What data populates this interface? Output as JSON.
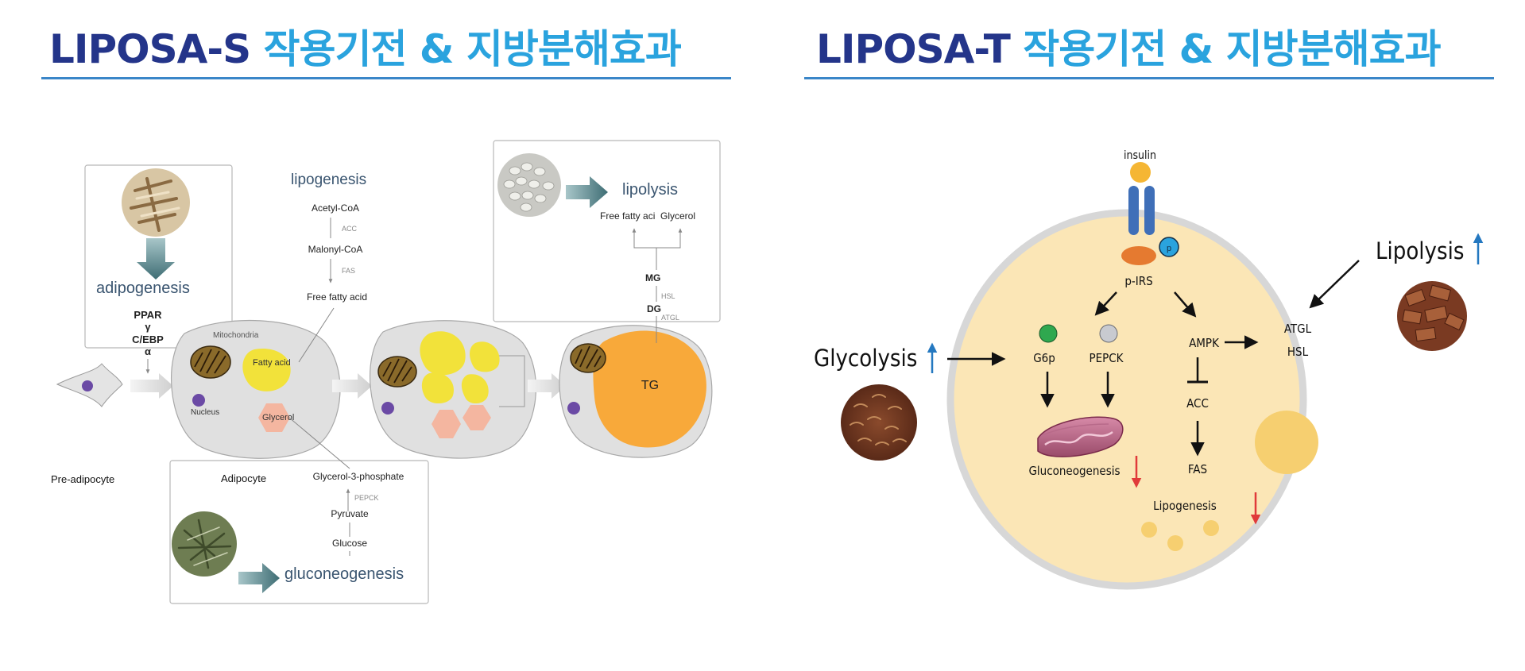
{
  "left": {
    "title_a": "LIPOSA-S",
    "title_b": "작용기전 & 지방분해효과",
    "adipogenesis": "adipogenesis",
    "lipogenesis": "lipogenesis",
    "lipolysis": "lipolysis",
    "gluconeogenesis": "gluconeogenesis",
    "ppar": "PPAR",
    "gamma": "γ",
    "cebp": "C/EBP",
    "alpha": "α",
    "acetyl": "Acetyl-CoA",
    "acc": "ACC",
    "malonyl": "Malonyl-CoA",
    "fas": "FAS",
    "ffa": "Free fatty acid",
    "lip_ffa": "Free fatty aci",
    "lip_glycerol": "Glycerol",
    "mg": "MG",
    "hsl": "HSL",
    "dg": "DG",
    "atgl": "ATGL",
    "mito": "Mitochondria",
    "fatty_acid": "Fatty acid",
    "nucleus": "Nucleus",
    "glycerol": "Glycerol",
    "tg": "TG",
    "preadipocyte": "Pre-adipocyte",
    "adipocyte": "Adipocyte",
    "g3p": "Glycerol-3-phosphate",
    "pepck": "PEPCK",
    "pyruvate": "Pyruvate",
    "glucose": "Glucose"
  },
  "right": {
    "title_a": "LIPOSA-T",
    "title_b": "작용기전 & 지방분해효과",
    "insulin": "insulin",
    "p": "p",
    "pirs": "p-IRS",
    "g6p": "G6p",
    "pepck": "PEPCK",
    "ampk": "AMPK",
    "atgl": "ATGL",
    "hsl": "HSL",
    "acc": "ACC",
    "fas": "FAS",
    "gluconeogenesis": "Gluconeogenesis",
    "lipogenesis": "Lipogenesis",
    "glycolysis": "Glycolysis",
    "lipolysis": "Lipolysis"
  },
  "colors": {
    "title_dark": "#24358a",
    "title_light": "#2aa3de",
    "rule": "#3a86c8",
    "cell_right": "#fbe6b6",
    "tg": "#f8a93a",
    "fat_yellow": "#f2e23a",
    "up_arrow": "#2478c0",
    "down_arrow": "#e03a3a"
  },
  "icons": [
    "herb-bark-icon",
    "seed-pile-icon",
    "herb-leaf-icon",
    "bark-chips-icon",
    "shredded-bark-icon",
    "mitochondria-icon"
  ]
}
